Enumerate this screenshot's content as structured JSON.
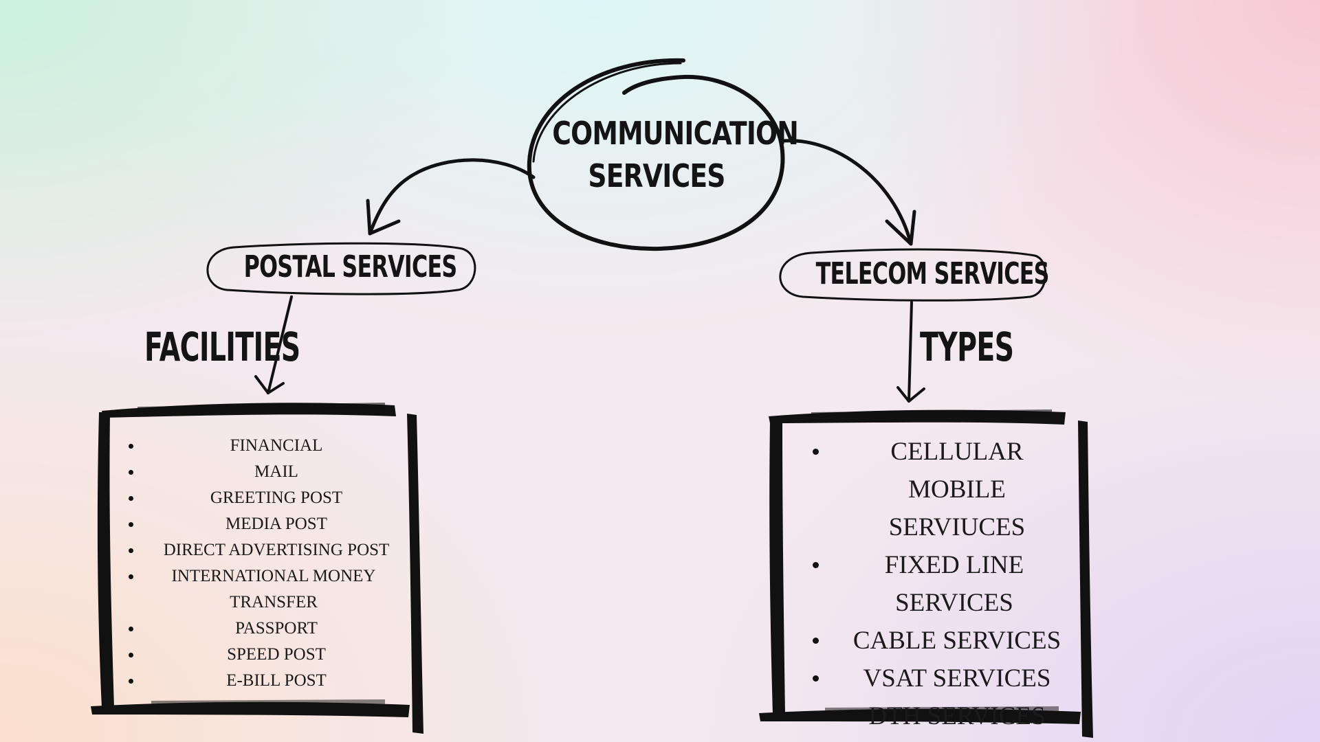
{
  "central_node": {
    "line1": "COMMUNICATION",
    "line2": "SERVICES"
  },
  "branches": [
    {
      "node_label": "POSTAL SERVICES",
      "edge_label": "FACILITIES",
      "items": [
        "FINANCIAL",
        "MAIL",
        "GREETING POST",
        "MEDIA POST",
        "DIRECT ADVERTISING POST",
        "INTERNATIONAL MONEY TRANSFER",
        "PASSPORT",
        "SPEED POST",
        "E-BILL POST"
      ]
    },
    {
      "node_label": "TELECOM SERVICES",
      "edge_label": "TYPES",
      "items": [
        "CELLULAR MOBILE SERVIUCES",
        "FIXED LINE SERVICES",
        "CABLE SERVICES",
        "VSAT SERVICES",
        "DTH SERVICES"
      ]
    }
  ],
  "colors": {
    "ink": "#111111"
  }
}
